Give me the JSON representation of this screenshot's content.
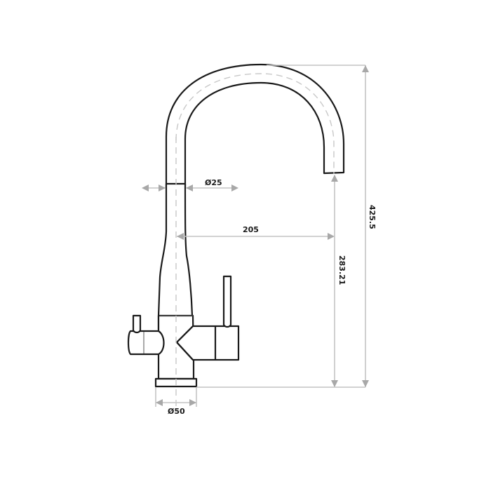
{
  "drawing": {
    "subject": "Kitchen mixer tap with swan-neck spout and side filter lever",
    "colors": {
      "outline": "#1a1a1a",
      "dimension_line": "#c4c4c4",
      "arrow": "#a8a8a8",
      "centerline": "#c8c8c8",
      "background": "#ffffff"
    }
  },
  "dimensions": {
    "spout_diameter": "Ø25",
    "reach": "205",
    "spout_height": "283.21",
    "total_height": "425.5",
    "base_diameter": "Ø50"
  }
}
